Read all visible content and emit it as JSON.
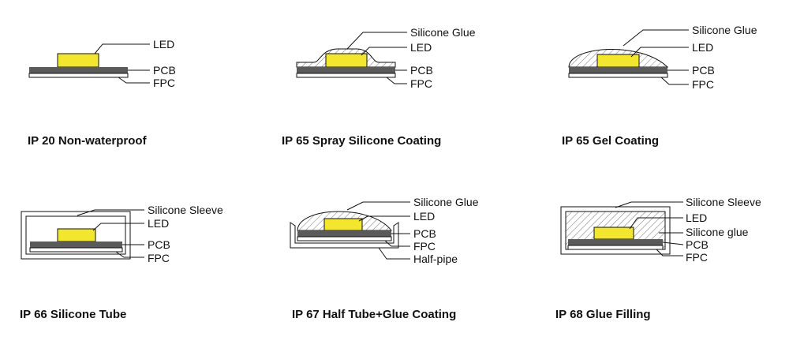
{
  "colors": {
    "led": "#f3e62e",
    "pcb": "#5a5a5a",
    "fpc": "#ffffff",
    "outline": "#111111",
    "hatch": "#555555"
  },
  "panels": [
    {
      "title": "IP 20  Non-waterproof",
      "labels": [
        "LED",
        "PCB",
        "FPC"
      ]
    },
    {
      "title": "IP 65 Spray Silicone Coating",
      "labels": [
        "Silicone Glue",
        "LED",
        "PCB",
        "FPC"
      ]
    },
    {
      "title": "IP 65 Gel Coating",
      "labels": [
        "Silicone Glue",
        "LED",
        "PCB",
        "FPC"
      ]
    },
    {
      "title": "IP 66  Silicone Tube",
      "labels": [
        "Silicone Sleeve",
        "LED",
        "PCB",
        "FPC"
      ]
    },
    {
      "title": "IP 67 Half Tube+Glue Coating",
      "labels": [
        "Silicone Glue",
        "LED",
        "PCB",
        "FPC",
        "Half-pipe"
      ]
    },
    {
      "title": "IP 68  Glue  Filling",
      "labels": [
        "Silicone Sleeve",
        "LED",
        "Silicone glue",
        "PCB",
        "FPC"
      ]
    }
  ]
}
